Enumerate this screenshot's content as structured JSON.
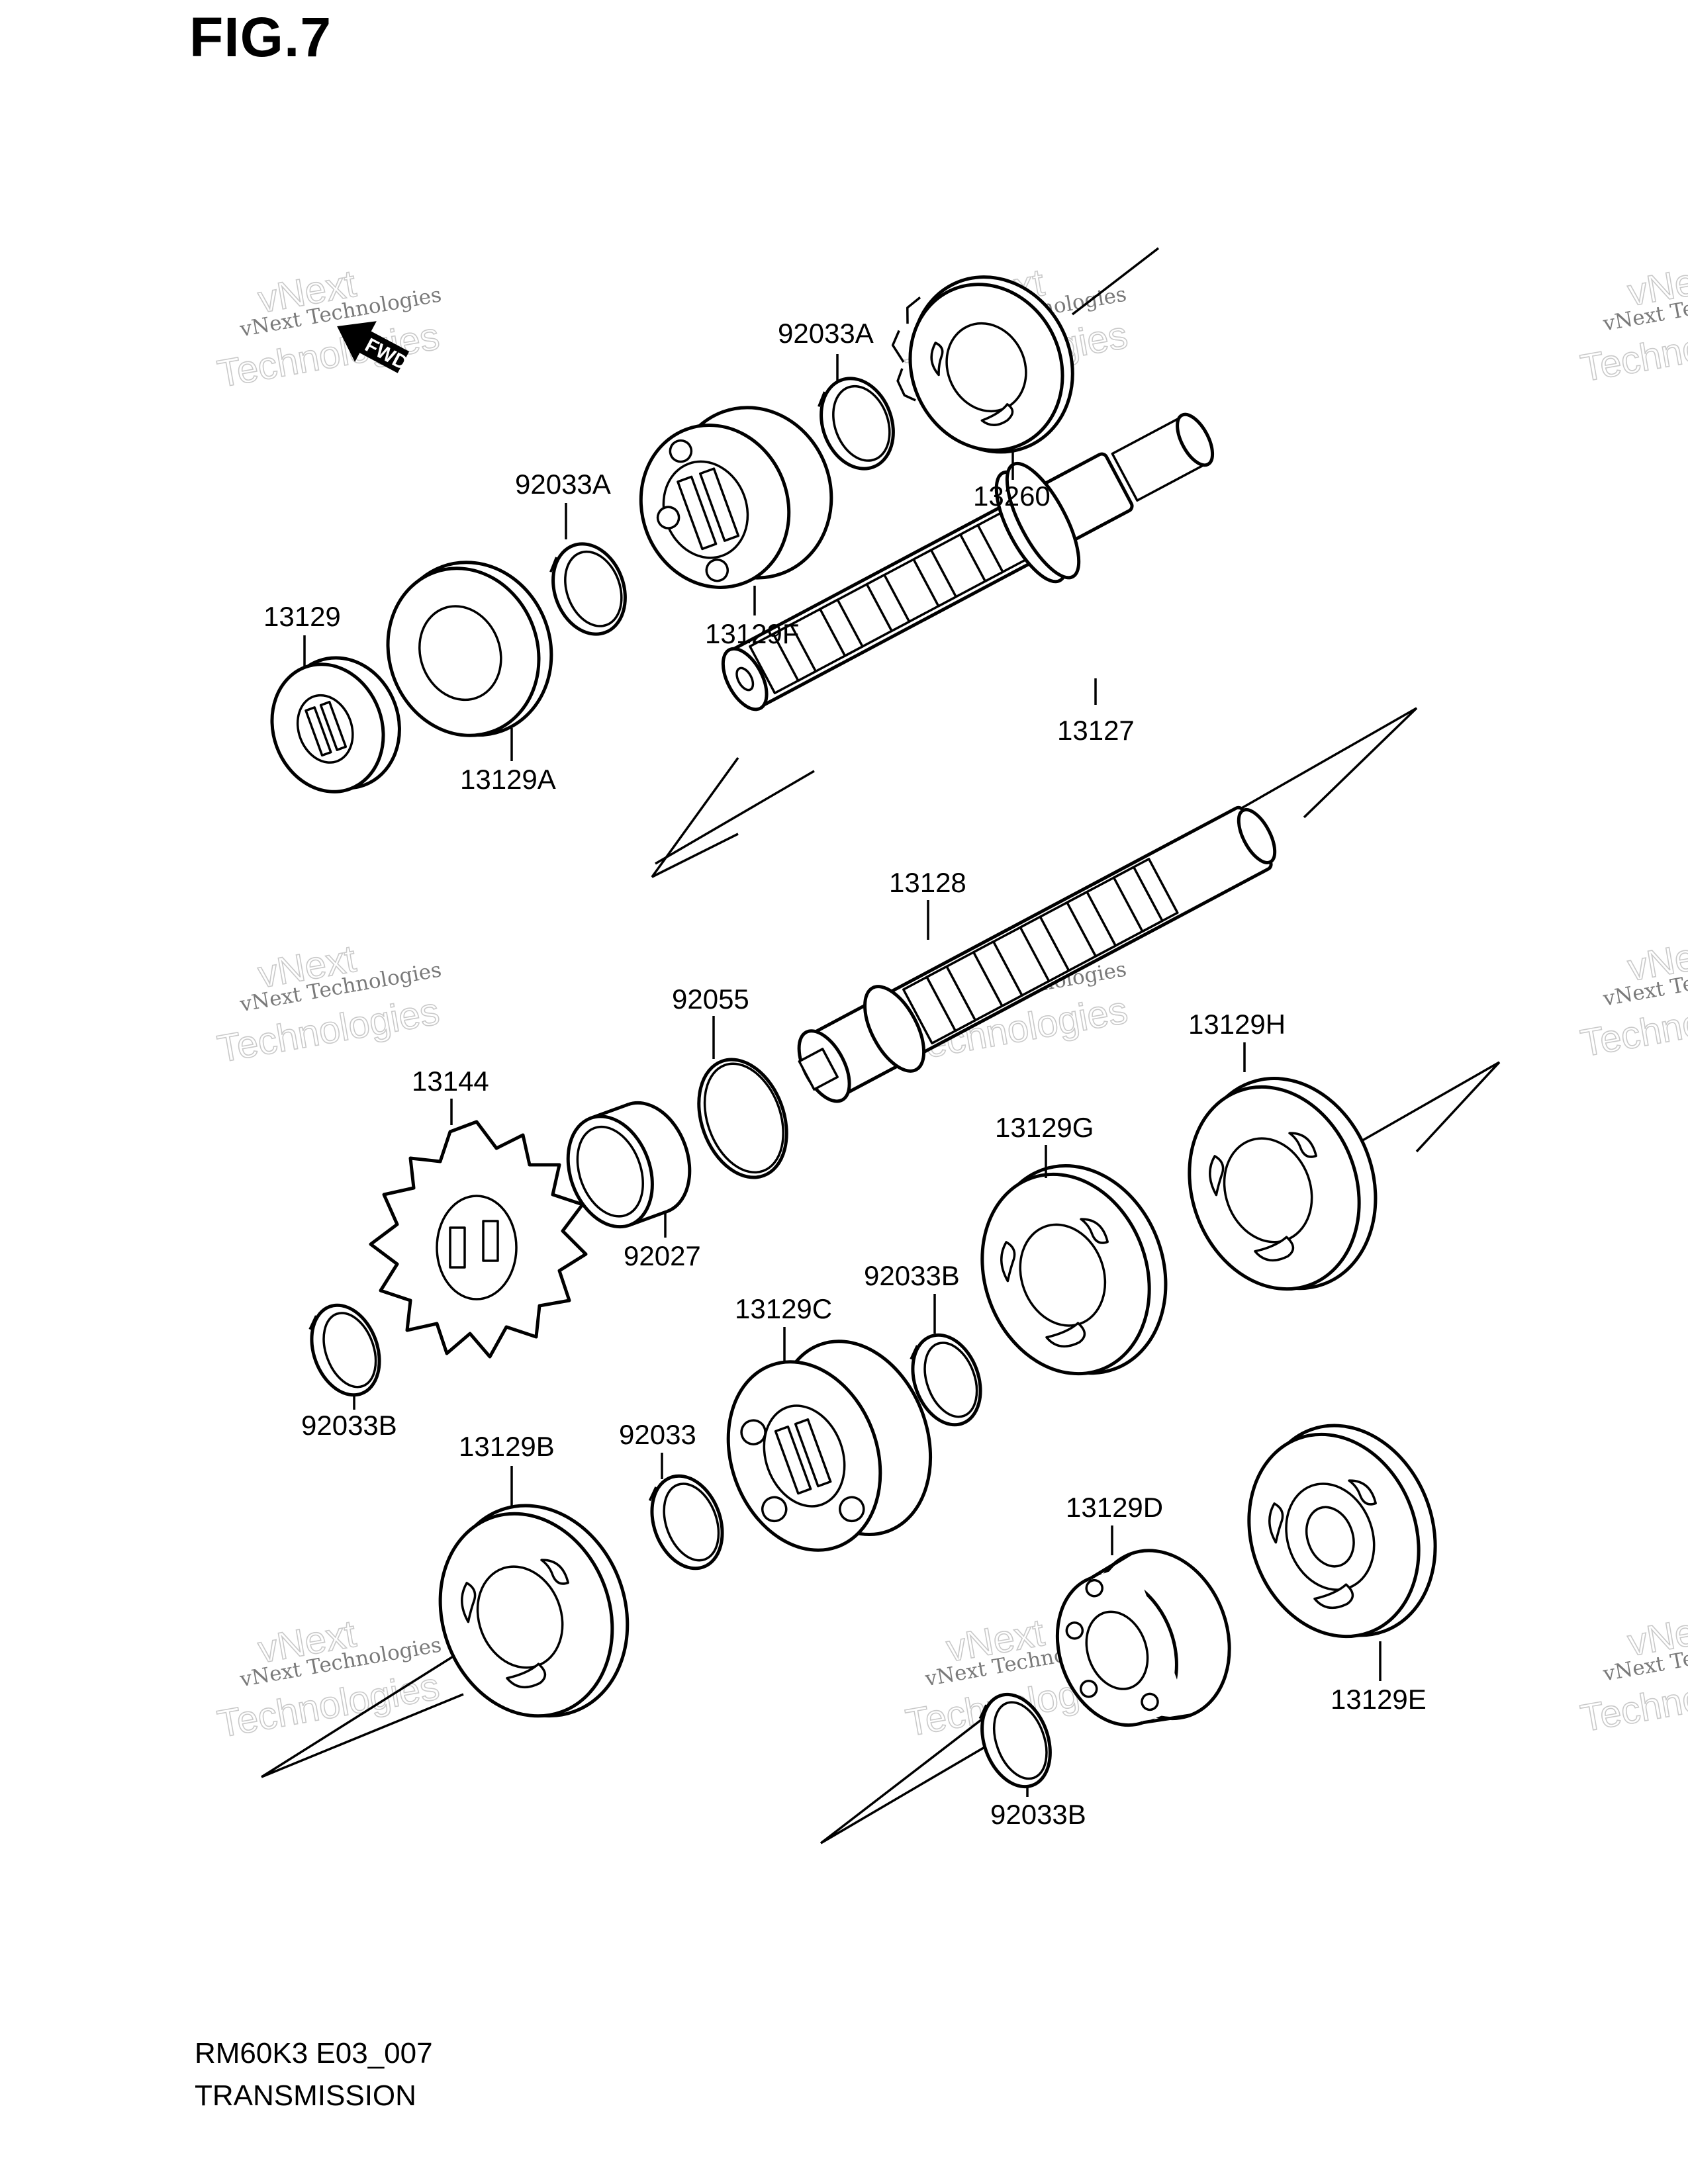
{
  "figure": {
    "title": "FIG.7",
    "model_code": "RM60K3 E03_007",
    "section_name": "TRANSMISSION"
  },
  "direction_marker": {
    "text": "FWD",
    "icon": "arrow-forward-icon"
  },
  "watermark": {
    "line1": "vNext Technologies",
    "line2": "vNext",
    "line3": "Technologies"
  },
  "parts": [
    {
      "id": "p13260",
      "number": "13260",
      "type": "gear"
    },
    {
      "id": "p92033A_1",
      "number": "92033A",
      "type": "circlip"
    },
    {
      "id": "p13129F",
      "number": "13129F",
      "type": "gear"
    },
    {
      "id": "p92033A_2",
      "number": "92033A",
      "type": "circlip"
    },
    {
      "id": "p13129",
      "number": "13129",
      "type": "gear"
    },
    {
      "id": "p13129A",
      "number": "13129A",
      "type": "gear"
    },
    {
      "id": "p13127",
      "number": "13127",
      "type": "input-shaft"
    },
    {
      "id": "p13128",
      "number": "13128",
      "type": "output-shaft"
    },
    {
      "id": "p92055",
      "number": "92055",
      "type": "o-ring"
    },
    {
      "id": "p13144",
      "number": "13144",
      "type": "sprocket"
    },
    {
      "id": "p92027",
      "number": "92027",
      "type": "collar"
    },
    {
      "id": "p13129H",
      "number": "13129H",
      "type": "gear"
    },
    {
      "id": "p13129G",
      "number": "13129G",
      "type": "gear"
    },
    {
      "id": "p92033B_1",
      "number": "92033B",
      "type": "circlip"
    },
    {
      "id": "p13129C",
      "number": "13129C",
      "type": "gear"
    },
    {
      "id": "p92033B_2",
      "number": "92033B",
      "type": "circlip"
    },
    {
      "id": "p13129B",
      "number": "13129B",
      "type": "gear"
    },
    {
      "id": "p92033",
      "number": "92033",
      "type": "circlip"
    },
    {
      "id": "p13129D",
      "number": "13129D",
      "type": "gear"
    },
    {
      "id": "p13129E",
      "number": "13129E",
      "type": "gear"
    },
    {
      "id": "p92033B_3",
      "number": "92033B",
      "type": "circlip"
    }
  ]
}
